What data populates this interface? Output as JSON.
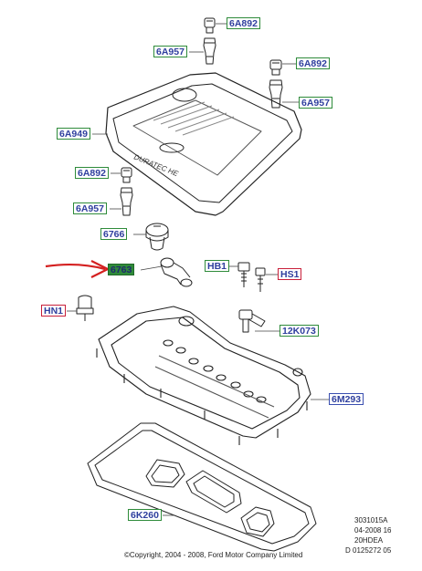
{
  "labels": {
    "l1": "6A892",
    "l2": "6A957",
    "l3": "6A892",
    "l4": "6A957",
    "l5": "6A949",
    "l6": "6A892",
    "l7": "6A957",
    "l8": "6766",
    "l9": "6763",
    "l10": "HB1",
    "l11": "HS1",
    "l12": "HN1",
    "l13": "12K073",
    "l14": "6M293",
    "l15": "6K260"
  },
  "cover_text": "DURATEC HE",
  "ref": {
    "line1": "3031015A",
    "line2": "04-2008 16",
    "line3": "20HDEA",
    "line4": "D 0125272 05"
  },
  "copyright": "©Copyright, 2004 - 2008, Ford Motor Company Limited",
  "colors": {
    "label_green": "#2e8b3a",
    "label_red": "#c8203a",
    "label_blue": "#3a4fb0",
    "arrow_red": "#d42020"
  }
}
